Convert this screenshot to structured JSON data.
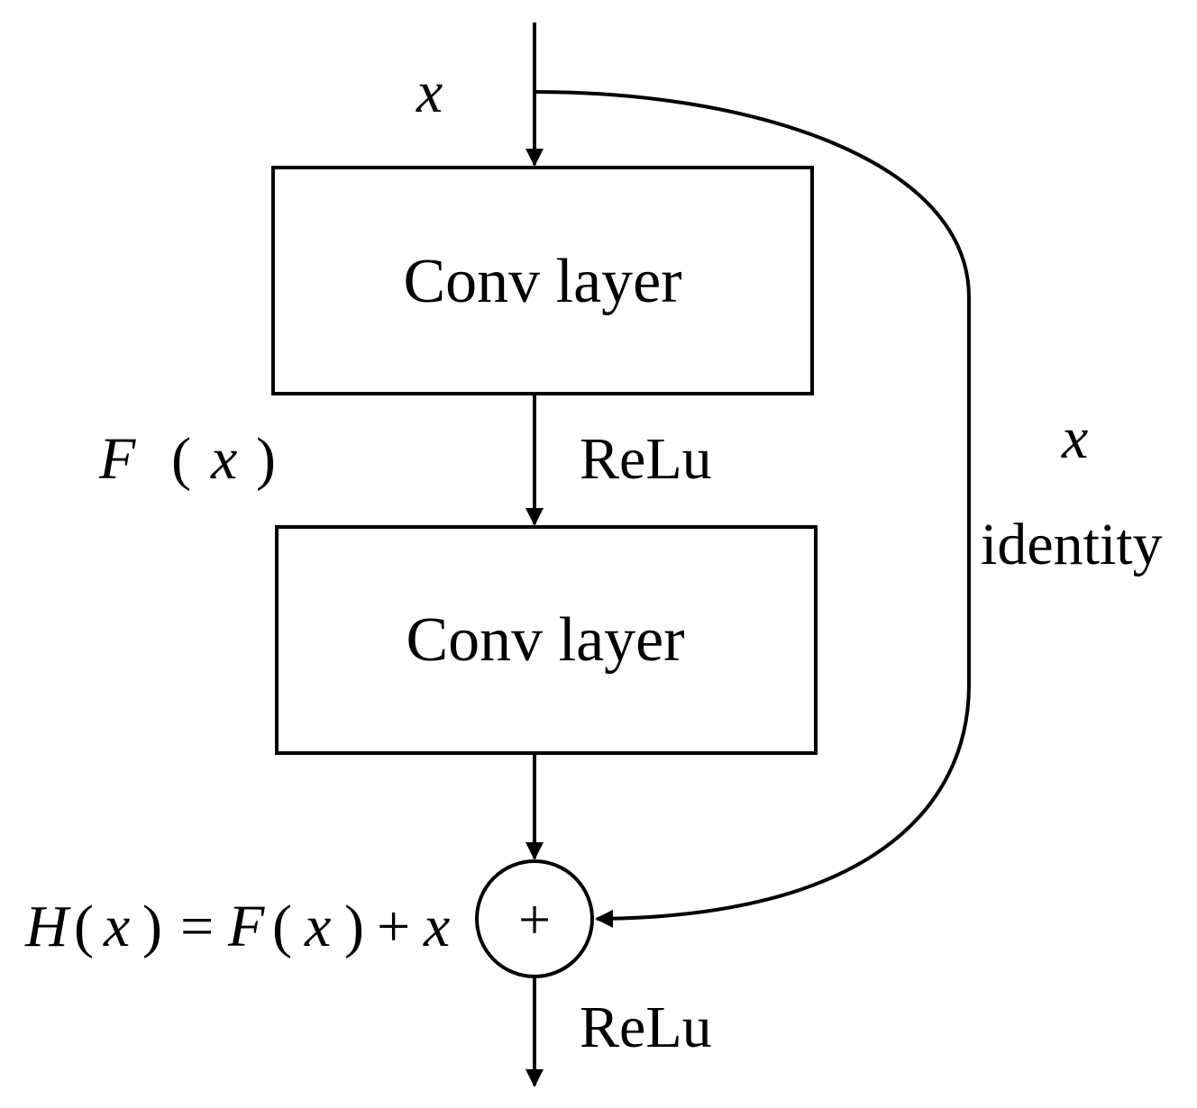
{
  "diagram": {
    "input_label": "x",
    "box1": {
      "label": "Conv layer"
    },
    "box2": {
      "label": "Conv layer"
    },
    "f_label": {
      "F": "F",
      "open": "(",
      "x": "x",
      "close": ")"
    },
    "relu_top": "ReLu",
    "skip": {
      "x": "x",
      "identity": "identity"
    },
    "sum_symbol": "+",
    "h_equation": {
      "H": "H",
      "open1": "(",
      "x1": "x",
      "close1": ")",
      "eq": "=",
      "F": "F",
      "open2": "(",
      "x2": "x",
      "close2": ")",
      "plus": "+",
      "x3": "x"
    },
    "relu_bottom": "ReLu"
  }
}
